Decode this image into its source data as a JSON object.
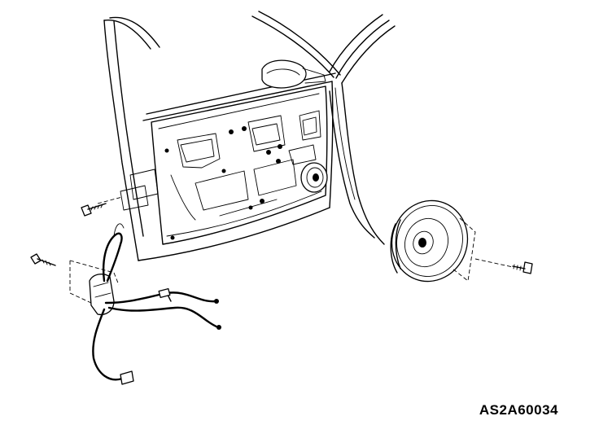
{
  "figure": {
    "reference_code": "AS2A60034"
  },
  "parts": [
    "door-frame",
    "door-inner-panel",
    "side-mirror",
    "inner-door-speaker",
    "front-door-speaker",
    "door-lock-actuator",
    "wire-harness",
    "mounting-bolt"
  ]
}
